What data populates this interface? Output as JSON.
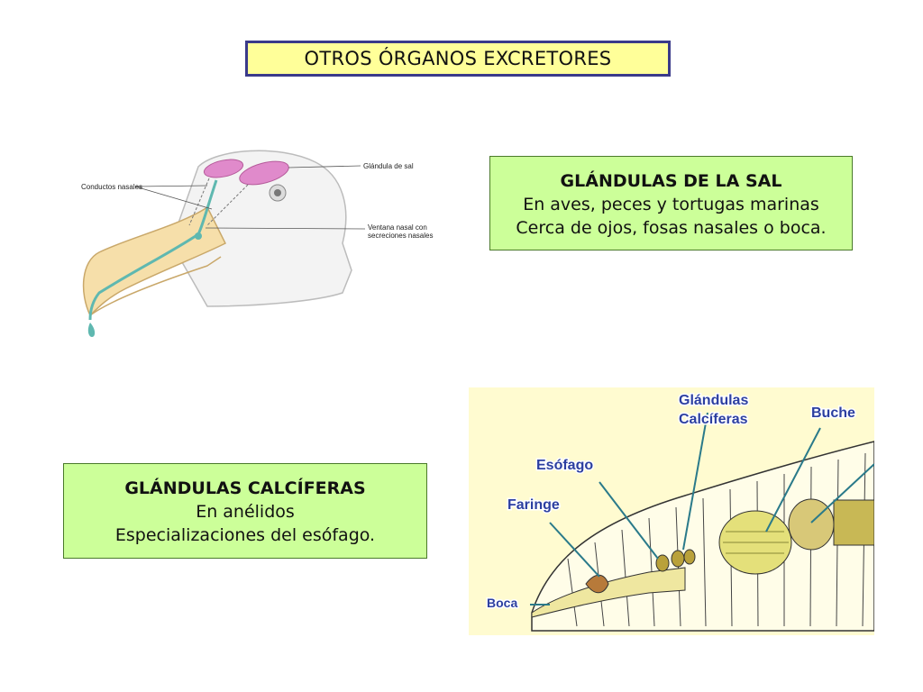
{
  "title": "OTROS ÓRGANOS EXCRETORES",
  "salt_glands": {
    "heading": "GLÁNDULAS DE LA SAL",
    "line1": "En aves, peces y tortugas marinas",
    "line2": "Cerca de ojos, fosas nasales o boca."
  },
  "calciferous_glands": {
    "heading": "GLÁNDULAS CALCÍFERAS",
    "line1": "En anélidos",
    "line2": "Especializaciones del esófago."
  },
  "bird_figure": {
    "label_ducts": "Conductos nasales",
    "label_gland": "Glándula de sal",
    "label_window_1": "Ventana nasal con",
    "label_window_2": "secreciones nasales"
  },
  "worm_figure": {
    "label_glands_1": "Glándulas",
    "label_glands_2": "Calcíferas",
    "label_crop": "Buche",
    "label_esophagus": "Esófago",
    "label_pharynx": "Faringe",
    "label_mouth": "Boca"
  },
  "colors": {
    "title_bg": "#ffff99",
    "title_border": "#3a3a8a",
    "box_bg": "#ccff99",
    "worm_label": "#2c3fa0",
    "worm_bg": "#fffbd0",
    "gland": "#e08acb",
    "duct": "#5fb8b0"
  }
}
